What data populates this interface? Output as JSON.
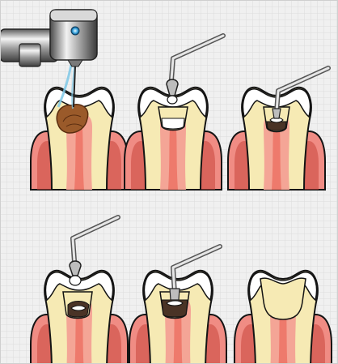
{
  "figure": {
    "background": "#f0f0f0",
    "grid_color": "#dcdcdc",
    "colors": {
      "gum": "#f08c84",
      "gum_dark": "#b0352e",
      "dentin": "#f6eab4",
      "enamel": "#ffffff",
      "pulp": "#f4a596",
      "pulp_core": "#ee7a6c",
      "outline": "#141414",
      "decay": "#9a5a2a",
      "decay_dark": "#5a2d10",
      "instrument": "#bdbdbd",
      "instrument_dark": "#555555",
      "water": "#7ec8e6",
      "liner": "#4a3326"
    }
  },
  "steps": [
    {
      "id": "drilling-decay",
      "icon": "handpiece-drill-icon",
      "panel": "top-left"
    },
    {
      "id": "cavity-prepared-with-liner",
      "icon": "applicator-instrument-icon",
      "panel": "top-middle"
    },
    {
      "id": "base-material-placement",
      "icon": "applicator-instrument-icon",
      "panel": "top-right"
    },
    {
      "id": "filling-material-placement",
      "icon": "applicator-instrument-icon",
      "panel": "bottom-left"
    },
    {
      "id": "filling-condensing",
      "icon": "plugger-instrument-icon",
      "panel": "bottom-middle"
    },
    {
      "id": "restored-tooth",
      "icon": "tooth-icon",
      "panel": "bottom-right"
    }
  ]
}
